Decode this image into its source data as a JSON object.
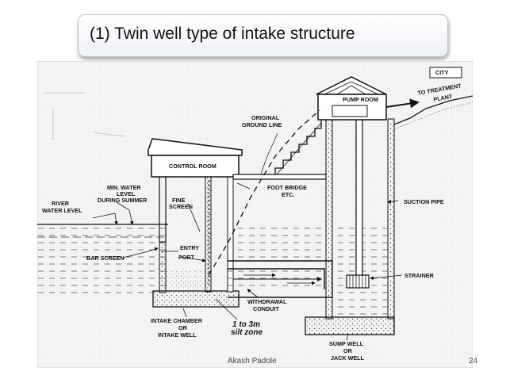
{
  "slide": {
    "title": "(1) Twin well type of intake structure",
    "author": "Akash Padole",
    "page_number": "24"
  },
  "diagram": {
    "labels": {
      "city": "CITY",
      "pump_room": "PUMP ROOM",
      "to_treatment_1": "TO TREATMENT",
      "to_treatment_2": "PLANT",
      "original_ground_1": "ORIGINAL",
      "original_ground_2": "GROUND LINE",
      "control_room": "CONTROL ROOM",
      "min_water_1": "MIN. WATER",
      "min_water_2": "LEVEL",
      "min_water_3": "DURING SUMMER",
      "fine_screen_1": "FINE",
      "fine_screen_2": "SCREEN",
      "foot_bridge_1": "FOOT BRIDGE",
      "foot_bridge_2": "ETC.",
      "suction_pipe": "SUCTION PIPE",
      "river_1": "RIVER",
      "river_2": "WATER LEVEL",
      "entry": "ENTRY",
      "bar_screen": "BAR SCREEN",
      "port": "PORT",
      "strainer": "STRAINER",
      "withdrawal_1": "WITHDRAWAL",
      "withdrawal_2": "CONDUIT",
      "intake_1": "INTAKE CHAMBER",
      "intake_2": "OR",
      "intake_3": "INTAKE WELL",
      "silt_1": "1 to 3m",
      "silt_2": "silt zone",
      "sump_1": "SUMP WELL",
      "sump_2": "OR",
      "sump_3": "JACK WELL"
    }
  }
}
